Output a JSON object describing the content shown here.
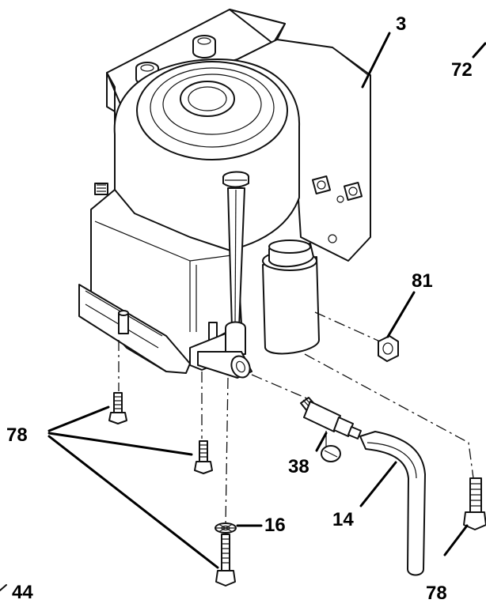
{
  "callouts": {
    "engine": "3",
    "ref_72": "72",
    "nut": "81",
    "bolt_group": "78",
    "adapter": "38",
    "hose": "14",
    "washer": "16",
    "bolt_right": "78",
    "ref_44": "44"
  }
}
